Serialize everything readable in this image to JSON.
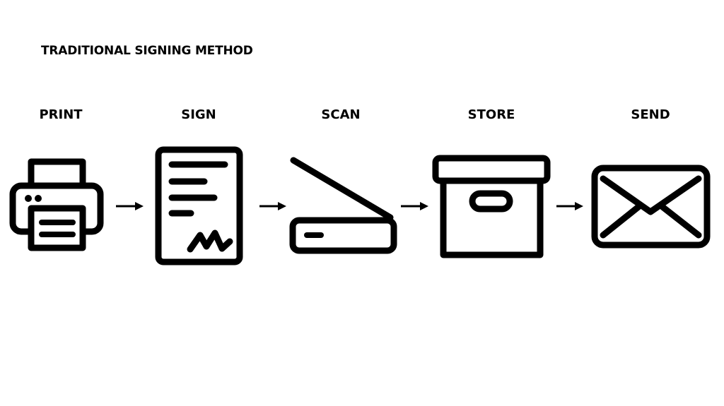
{
  "title": "TRADITIONAL SIGNING METHOD",
  "steps": [
    {
      "label": "PRINT",
      "icon": "printer-icon"
    },
    {
      "label": "SIGN",
      "icon": "signed-document-icon"
    },
    {
      "label": "SCAN",
      "icon": "scanner-icon"
    },
    {
      "label": "STORE",
      "icon": "archive-box-icon"
    },
    {
      "label": "SEND",
      "icon": "envelope-icon"
    }
  ],
  "colors": {
    "ink": "#000000",
    "background": "#ffffff"
  }
}
